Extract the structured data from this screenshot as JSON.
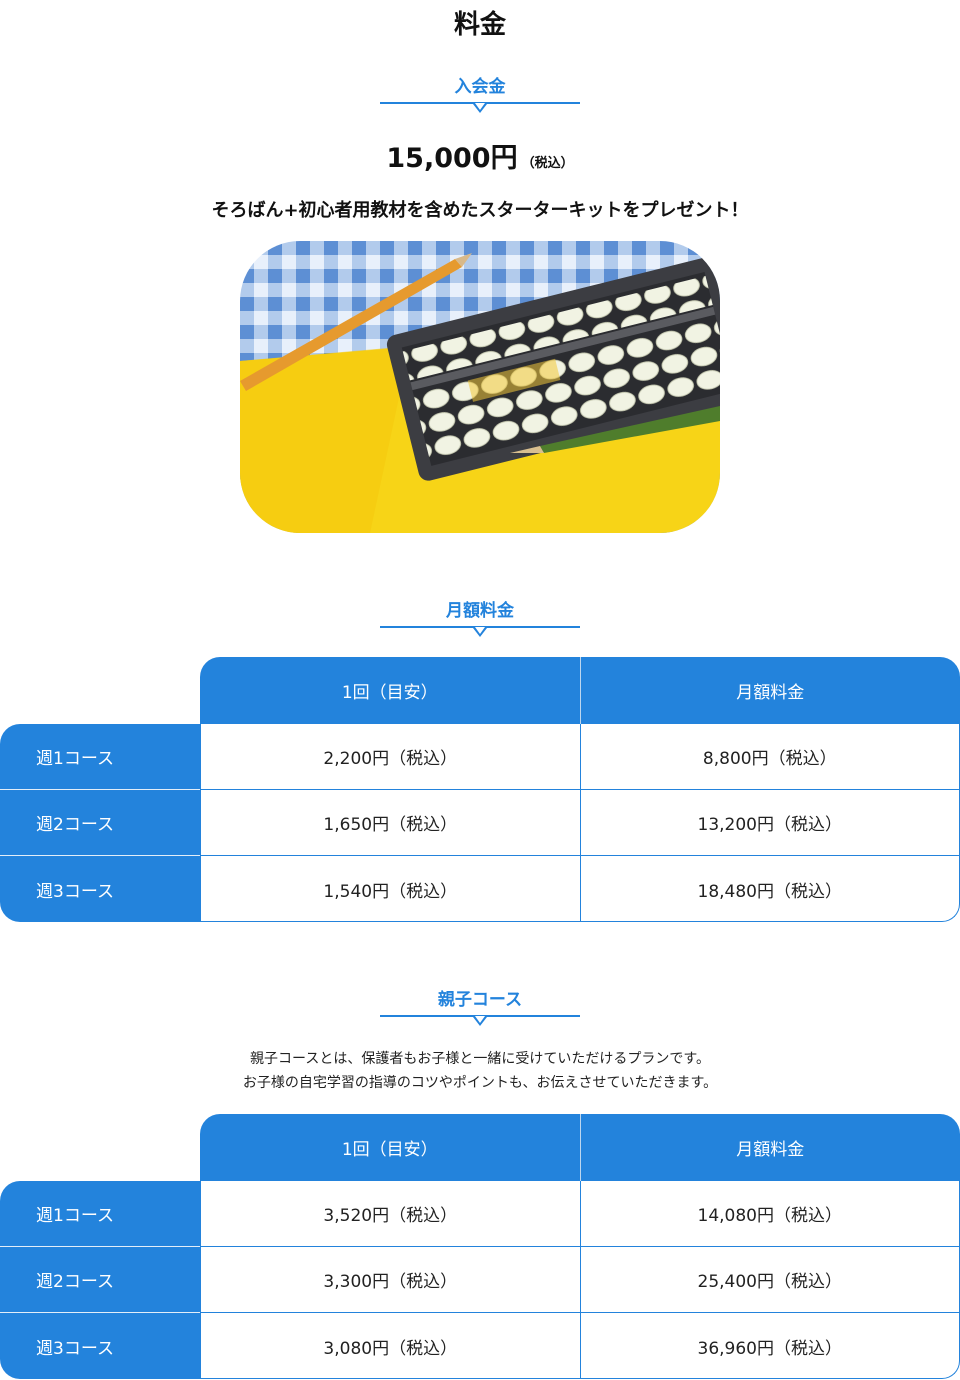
{
  "page_title": "料金",
  "enrollment": {
    "heading": "入会金",
    "amount": "15,000円",
    "tax_note": "（税込）",
    "kit_text": "そろばん+初心者用教材を含めたスターターキットをプレゼント！"
  },
  "monthly": {
    "heading": "月額料金",
    "table": {
      "columns": [
        "1回（目安）",
        "月額料金"
      ],
      "rows": [
        {
          "label": "週1コース",
          "per_lesson": "2,200円（税込）",
          "monthly": "8,800円（税込）"
        },
        {
          "label": "週2コース",
          "per_lesson": "1,650円（税込）",
          "monthly": "13,200円（税込）"
        },
        {
          "label": "週3コース",
          "per_lesson": "1,540円（税込）",
          "monthly": "18,480円（税込）"
        }
      ]
    }
  },
  "parent_child": {
    "heading": "親子コース",
    "description": [
      "親子コースとは、保護者もお子様と一緒に受けていただけるプランです。",
      "お子様の自宅学習の指導のコツやポイントも、お伝えさせていただきます。"
    ],
    "table": {
      "columns": [
        "1回（目安）",
        "月額料金"
      ],
      "rows": [
        {
          "label": "週1コース",
          "per_lesson": "3,520円（税込）",
          "monthly": "14,080円（税込）"
        },
        {
          "label": "週2コース",
          "per_lesson": "3,300円（税込）",
          "monthly": "25,400円（税込）"
        },
        {
          "label": "週3コース",
          "per_lesson": "3,080円（税込）",
          "monthly": "36,960円（税込）"
        }
      ]
    }
  },
  "colors": {
    "accent": "#2383dc",
    "photo_yellow": "#f7d417",
    "pencil_orange": "#e69a2e",
    "pencil_green": "#4f7d2c"
  }
}
